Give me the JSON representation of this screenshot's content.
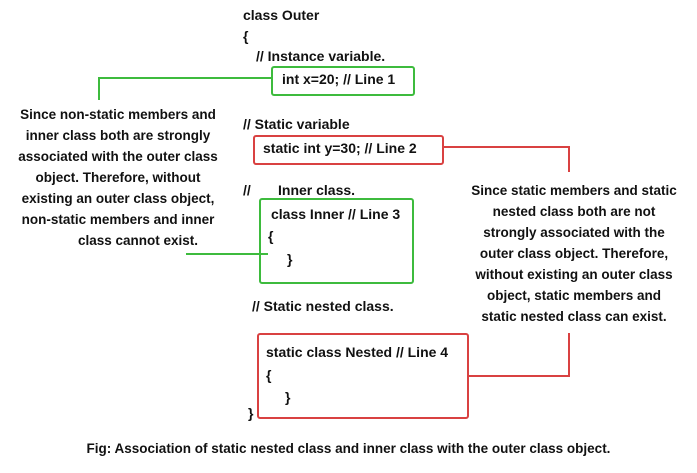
{
  "code": {
    "class_outer": "class Outer",
    "open_brace": "{",
    "comment_instance": "// Instance variable.",
    "int_x": "int x=20;  // Line 1",
    "comment_static_var": "// Static variable",
    "static_int_y": "static int y=30; // Line 2",
    "comment_inner_slashes": "//",
    "comment_inner_text": "Inner class.",
    "class_inner": "class Inner // Line 3",
    "inner_open": "{",
    "inner_close": "}",
    "comment_nested": "// Static nested class.",
    "static_class_nested": "static class Nested // Line 4",
    "nested_open": "{",
    "nested_close": "}",
    "close_brace": "}"
  },
  "left_note": [
    "Since non-static members and",
    "inner class both are strongly",
    "associated with the outer class",
    "object. Therefore, without",
    "existing an outer class object,",
    "non-static members and inner",
    "class cannot exist."
  ],
  "right_note": [
    "Since static members and static",
    "nested class both are not",
    "strongly associated with the",
    "outer class object. Therefore,",
    "without existing an outer class",
    "object, static members and",
    "static nested class can exist."
  ],
  "caption": "Fig:  Association of static nested class and inner class with the outer class object.",
  "colors": {
    "green": "#3dbb3d",
    "red": "#d94141",
    "text": "#111111"
  }
}
